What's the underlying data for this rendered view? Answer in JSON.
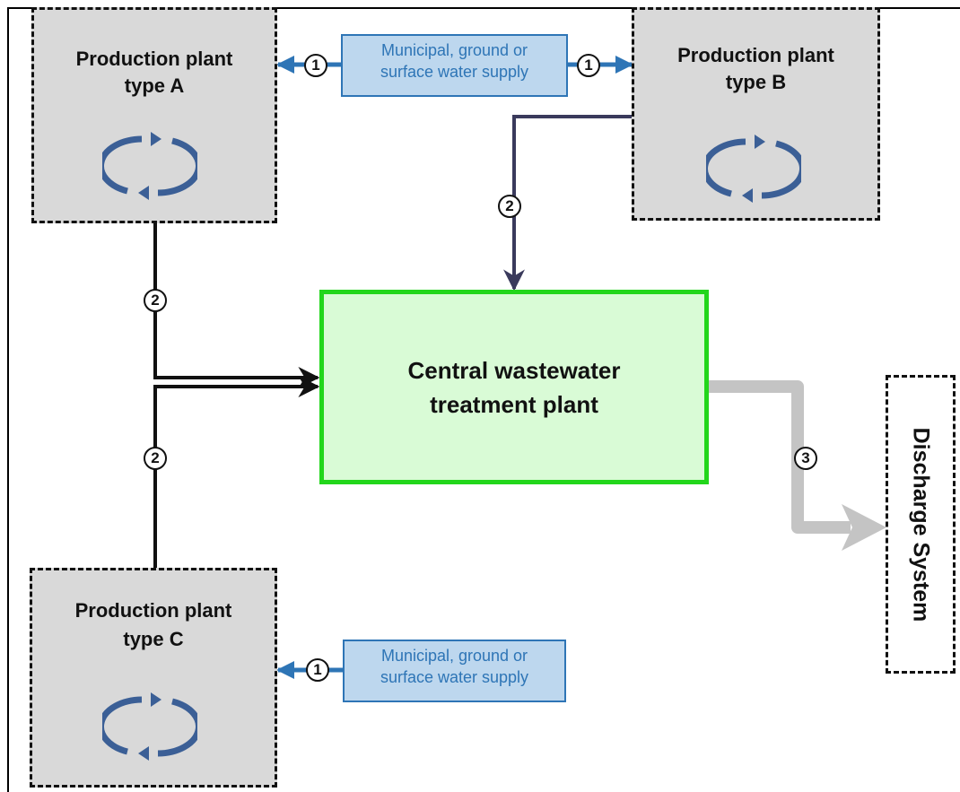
{
  "plants": {
    "a": {
      "line1": "Production plant",
      "line2": "type A"
    },
    "b": {
      "line1": "Production plant",
      "line2": "type B"
    },
    "c": {
      "line1": "Production plant",
      "line2": "type C"
    }
  },
  "supply": {
    "top": {
      "line1": "Municipal, ground or",
      "line2": "surface water supply"
    },
    "bottom": {
      "line1": "Municipal, ground or",
      "line2": "surface water supply"
    }
  },
  "central": {
    "line1": "Central wastewater",
    "line2": "treatment plant"
  },
  "discharge": {
    "label": "Discharge System"
  },
  "badges": {
    "one": "1",
    "two": "2",
    "three": "3"
  },
  "icons": {
    "cycle": "circular-arrows-icon"
  },
  "colors": {
    "plant_fill": "#d9d9d9",
    "supply_fill": "#bdd7ee",
    "supply_border": "#2e75b6",
    "central_fill": "#d9fbd6",
    "central_border": "#22d61b",
    "flow_dark": "#111111",
    "flow_navy": "#3a3a5c",
    "flow_gray": "#c4c4c4",
    "cycle_icon": "#3b5f96"
  }
}
